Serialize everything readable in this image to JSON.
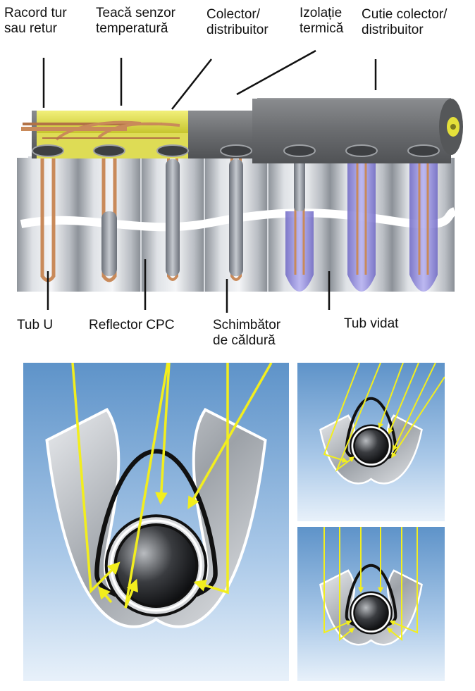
{
  "labels": {
    "racord_l1": "Racord tur",
    "racord_l2": "sau retur",
    "teaca_l1": "Teacă senzor",
    "teaca_l2": "temperatură",
    "colector_l1": "Colector/",
    "colector_l2": "distribuitor",
    "izolatie_l1": "Izolație",
    "izolatie_l2": "termică",
    "cutie_l1": "Cutie colector/",
    "cutie_l2": "distribuitor",
    "tub_u": "Tub U",
    "reflector": "Reflector CPC",
    "schimbator_l1": "Schimbător",
    "schimbator_l2": "de căldură",
    "tub_vidat": "Tub vidat"
  },
  "colors": {
    "insulation_yellow": "#e8e64a",
    "header_gray": "#6e7073",
    "copper": "#c98a5a",
    "glass_purple": "#8d86d8",
    "sky_blue": "#5e93c9",
    "ray_yellow": "#f2ee1e",
    "reflector_silver": "#c9cbcf"
  }
}
